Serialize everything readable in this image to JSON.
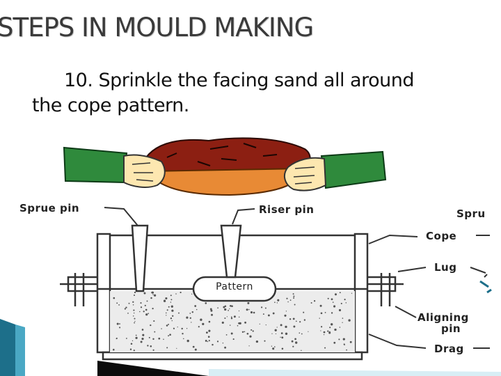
{
  "slide": {
    "title": "STEPS IN MOULD MAKING",
    "step": {
      "line1": "10. Sprinkle the facing sand all around",
      "line2": "the cope pattern."
    }
  },
  "figure": {
    "labels": {
      "sprue_pin": "Sprue pin",
      "riser_pin": "Riser pin",
      "sprue_right": "Spru",
      "cope": "Cope",
      "lug": "Lug",
      "aligning": "Aligning",
      "pin": "pin",
      "drag": "Drag",
      "pattern": "Pattern"
    },
    "colors": {
      "sand_top": "#8c1f12",
      "sand_bottom": "#e88a35",
      "sleeve": "#2f8a3c",
      "skin": "#fde7b0",
      "accent": "#1d6f8a"
    }
  }
}
